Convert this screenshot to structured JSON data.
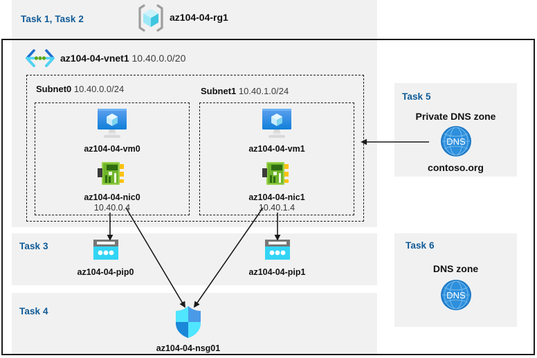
{
  "diagram": {
    "title": "Azure AZ-104 Lab 04 resource topology",
    "colors": {
      "panel_bg": "#f1f1f1",
      "task_label": "#0f5a96",
      "frame_border": "#1a1a1a",
      "azure_blue": "#0078d4",
      "cyan": "#32d4f5",
      "nic_green": "#76bc2d",
      "arrow": "#1a1a1a"
    }
  },
  "resource_group": {
    "task_label": "Task 1, Task 2",
    "icon": "resource-group-icon",
    "name": "az104-04-rg1"
  },
  "vnet": {
    "icon": "virtual-network-icon",
    "name": "az104-04-vnet1",
    "address_space": "10.40.0.0/20"
  },
  "subnets": [
    {
      "name": "Subnet0",
      "prefix": "10.40.0.0/24",
      "vm": {
        "icon": "virtual-machine-icon",
        "name": "az104-04-vm0"
      },
      "nic": {
        "icon": "network-interface-icon",
        "name": "az104-04-nic0",
        "ip": "10.40.0.4"
      }
    },
    {
      "name": "Subnet1",
      "prefix": "10.40.1.0/24",
      "vm": {
        "icon": "virtual-machine-icon",
        "name": "az104-04-vm1"
      },
      "nic": {
        "icon": "network-interface-icon",
        "name": "az104-04-nic1",
        "ip": "10.40.1.4"
      }
    }
  ],
  "task3": {
    "task_label": "Task 3",
    "public_ips": [
      {
        "icon": "public-ip-address-icon",
        "name": "az104-04-pip0"
      },
      {
        "icon": "public-ip-address-icon",
        "name": "az104-04-pip1"
      }
    ]
  },
  "task4": {
    "task_label": "Task 4",
    "nsg": {
      "icon": "network-security-group-icon",
      "name": "az104-04-nsg01"
    }
  },
  "task5": {
    "task_label": "Task 5",
    "title": "Private DNS zone",
    "icon": "dns-zone-icon",
    "icon_text": "DNS",
    "zone_name": "contoso.org"
  },
  "task6": {
    "task_label": "Task 6",
    "title": "DNS zone",
    "icon": "dns-zone-icon",
    "icon_text": "DNS"
  }
}
